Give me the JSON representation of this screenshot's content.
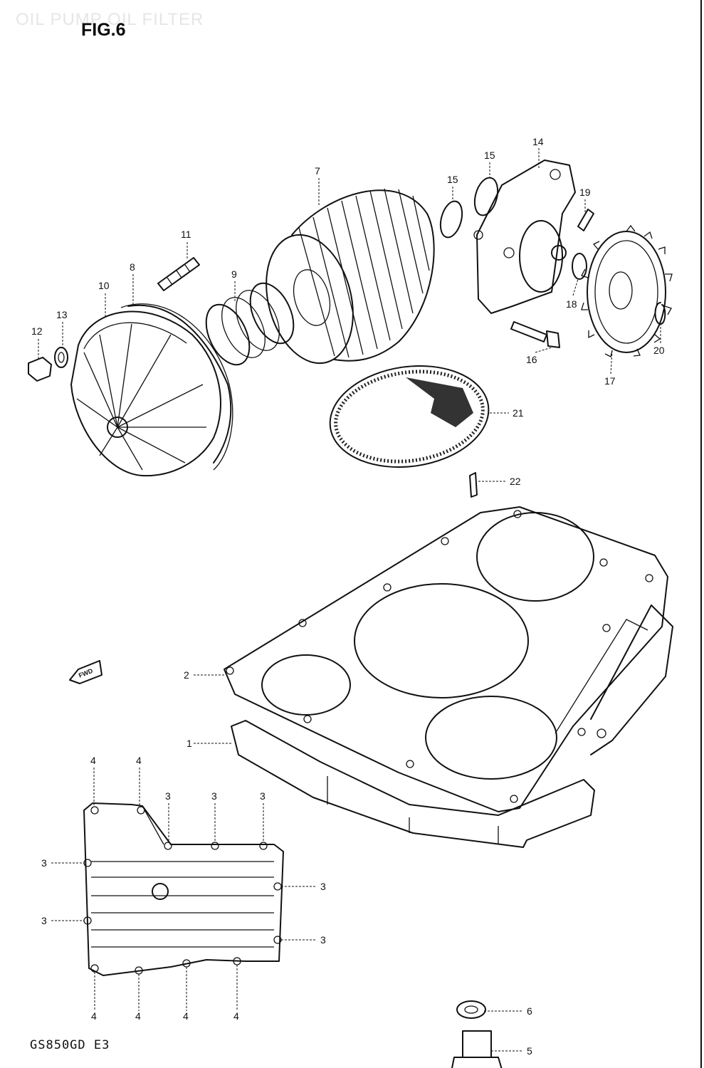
{
  "watermark": "OIL PUMP OIL FILTER",
  "figure_label": "FIG.6",
  "model_code": "GS850GD E3",
  "fwd_label": "FWD",
  "part_labels": {
    "p1": "1",
    "p2": "2",
    "p3": "3",
    "p4": "4",
    "p5": "5",
    "p6": "6",
    "p7": "7",
    "p8": "8",
    "p9": "9",
    "p10": "10",
    "p11": "11",
    "p12": "12",
    "p13": "13",
    "p14": "14",
    "p15": "15",
    "p16": "16",
    "p17": "17",
    "p18": "18",
    "p19": "19",
    "p20": "20",
    "p21": "21",
    "p22": "22"
  }
}
